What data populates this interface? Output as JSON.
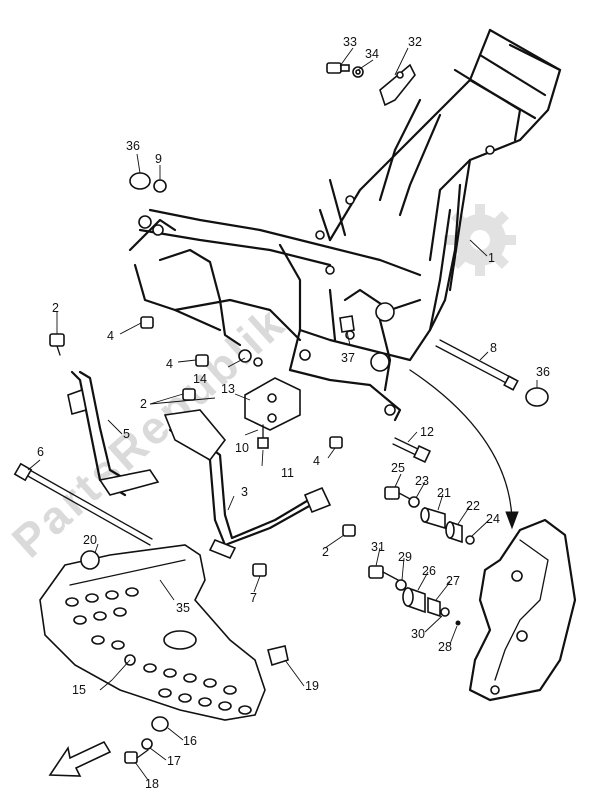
{
  "watermark": {
    "text": "PartsRepublik"
  },
  "callouts": [
    "1",
    "2",
    "2",
    "2",
    "3",
    "4",
    "4",
    "4",
    "5",
    "6",
    "7",
    "8",
    "9",
    "10",
    "11",
    "12",
    "13",
    "14",
    "15",
    "16",
    "17",
    "18",
    "19",
    "20",
    "21",
    "22",
    "23",
    "24",
    "25",
    "26",
    "27",
    "28",
    "29",
    "30",
    "31",
    "32",
    "33",
    "34",
    "35",
    "36",
    "36",
    "37"
  ]
}
